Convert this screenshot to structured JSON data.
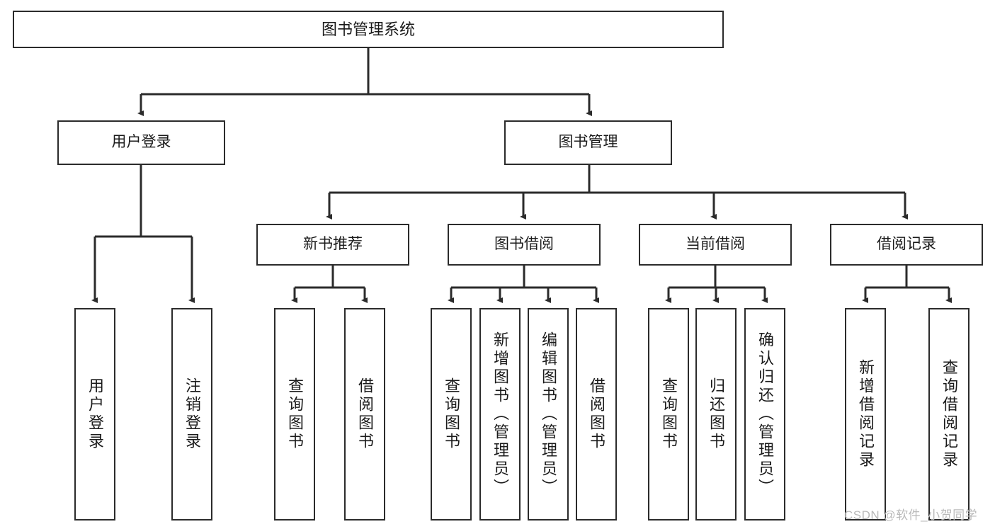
{
  "diagram": {
    "title": "图书管理系统",
    "type": "tree-hierarchy",
    "watermark": "CSDN @软件_小贺同学",
    "colors": {
      "stroke": "#2b2b2b",
      "fill": "#ffffff",
      "text": "#1a1a1a",
      "watermark": "#b9b9b9"
    },
    "nodes": {
      "root": {
        "label": "图书管理系统"
      },
      "level2": [
        {
          "id": "user-login",
          "label": "用户登录"
        },
        {
          "id": "book-management",
          "label": "图书管理"
        }
      ],
      "level3": [
        {
          "id": "new-book-recommend",
          "label": "新书推荐"
        },
        {
          "id": "book-borrow",
          "label": "图书借阅"
        },
        {
          "id": "current-borrow",
          "label": "当前借阅"
        },
        {
          "id": "borrow-record",
          "label": "借阅记录"
        }
      ],
      "leaves": {
        "user_login": [
          {
            "id": "leaf-user-login",
            "label": "用户登录"
          },
          {
            "id": "leaf-logout-login",
            "label": "注销登录"
          }
        ],
        "new_book_recommend": [
          {
            "id": "leaf-query-book-1",
            "label": "查询图书"
          },
          {
            "id": "leaf-borrow-book-1",
            "label": "借阅图书"
          }
        ],
        "book_borrow": [
          {
            "id": "leaf-query-book-2",
            "label": "查询图书"
          },
          {
            "id": "leaf-add-book",
            "label": "新增图书（管理员）"
          },
          {
            "id": "leaf-edit-book",
            "label": "编辑图书（管理员）"
          },
          {
            "id": "leaf-borrow-book-2",
            "label": "借阅图书"
          }
        ],
        "current_borrow": [
          {
            "id": "leaf-query-book-3",
            "label": "查询图书"
          },
          {
            "id": "leaf-return-book",
            "label": "归还图书"
          },
          {
            "id": "leaf-confirm-return",
            "label": "确认归还（管理员）"
          }
        ],
        "borrow_record": [
          {
            "id": "leaf-add-record",
            "label": "新增借阅记录"
          },
          {
            "id": "leaf-query-record",
            "label": "查询借阅记录"
          }
        ]
      }
    }
  }
}
